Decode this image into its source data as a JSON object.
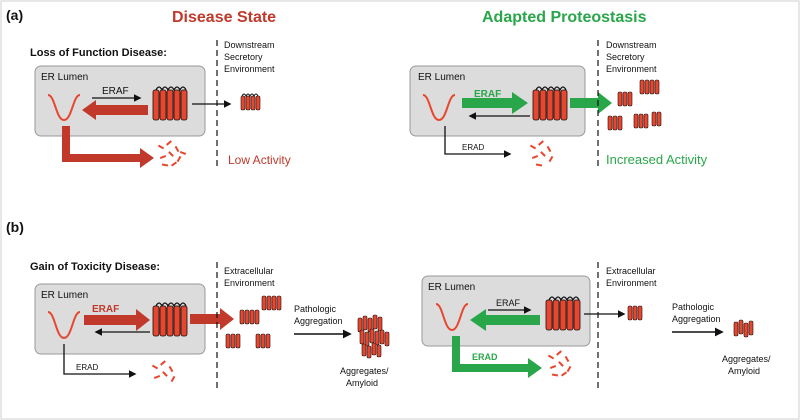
{
  "colors": {
    "disease_red": "#c0392b",
    "adapted_green": "#2aa64a",
    "protein_red": "#e8472f",
    "er_box_fill": "#dcdcdc",
    "er_box_stroke": "#999999",
    "black": "#111111"
  },
  "panel_a": {
    "label": "(a)",
    "disease_heading": "Disease State",
    "adapted_heading": "Adapted Proteostasis",
    "disease": {
      "title": "Loss of Function Disease:",
      "er_label": "ER Lumen",
      "eraf": "ERAF",
      "erad": "ERAD",
      "downstream_line1": "Downstream",
      "downstream_line2": "Secretory",
      "downstream_line3": "Environment",
      "activity": "Low Activity"
    },
    "adapted": {
      "er_label": "ER Lumen",
      "eraf": "ERAF",
      "erad": "ERAD",
      "downstream_line1": "Downstream",
      "downstream_line2": "Secretory",
      "downstream_line3": "Environment",
      "activity": "Increased Activity"
    }
  },
  "panel_b": {
    "label": "(b)",
    "disease": {
      "title": "Gain of Toxicity Disease:",
      "er_label": "ER Lumen",
      "eraf": "ERAF",
      "erad": "ERAD",
      "extracellular_line1": "Extracellular",
      "extracellular_line2": "Environment",
      "pathologic_line1": "Pathologic",
      "pathologic_line2": "Aggregation",
      "aggregates_line1": "Aggregates/",
      "aggregates_line2": "Amyloid"
    },
    "adapted": {
      "er_label": "ER Lumen",
      "eraf": "ERAF",
      "erad": "ERAD",
      "extracellular_line1": "Extracellular",
      "extracellular_line2": "Environment",
      "pathologic_line1": "Pathologic",
      "pathologic_line2": "Aggregation",
      "aggregates_line1": "Aggregates/",
      "aggregates_line2": "Amyloid"
    }
  }
}
